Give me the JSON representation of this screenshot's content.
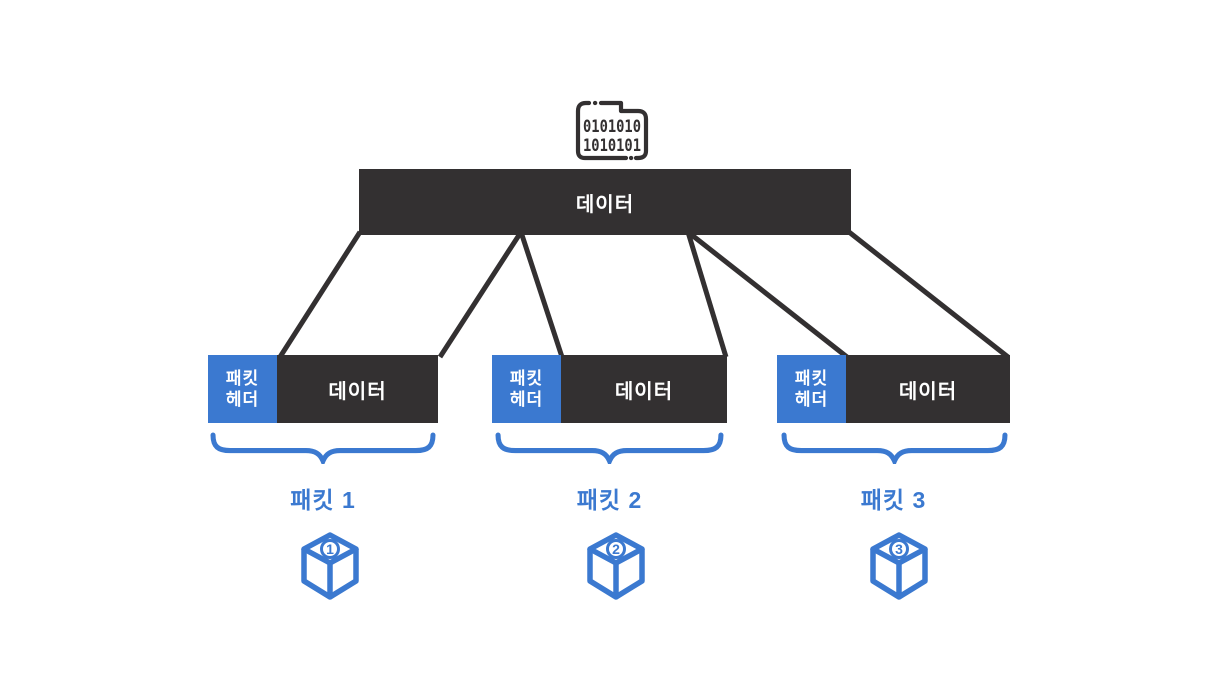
{
  "diagram": {
    "description": "data-packetization-diagram",
    "colors": {
      "dark": "#333031",
      "blue": "#3b79d0",
      "text_on_dark": "#ffffff",
      "background": "#ffffff"
    },
    "binary_icon": {
      "line1": "0101010",
      "line2": "1010101"
    },
    "source_bar": {
      "label": "데이터"
    },
    "packets": [
      {
        "header_line1": "패킷",
        "header_line2": "헤더",
        "data_label": "데이터",
        "label": "패킷 1",
        "cube_number": "1"
      },
      {
        "header_line1": "패킷",
        "header_line2": "헤더",
        "data_label": "데이터",
        "label": "패킷 2",
        "cube_number": "2"
      },
      {
        "header_line1": "패킷",
        "header_line2": "헤더",
        "data_label": "데이터",
        "label": "패킷 3",
        "cube_number": "3"
      }
    ]
  }
}
